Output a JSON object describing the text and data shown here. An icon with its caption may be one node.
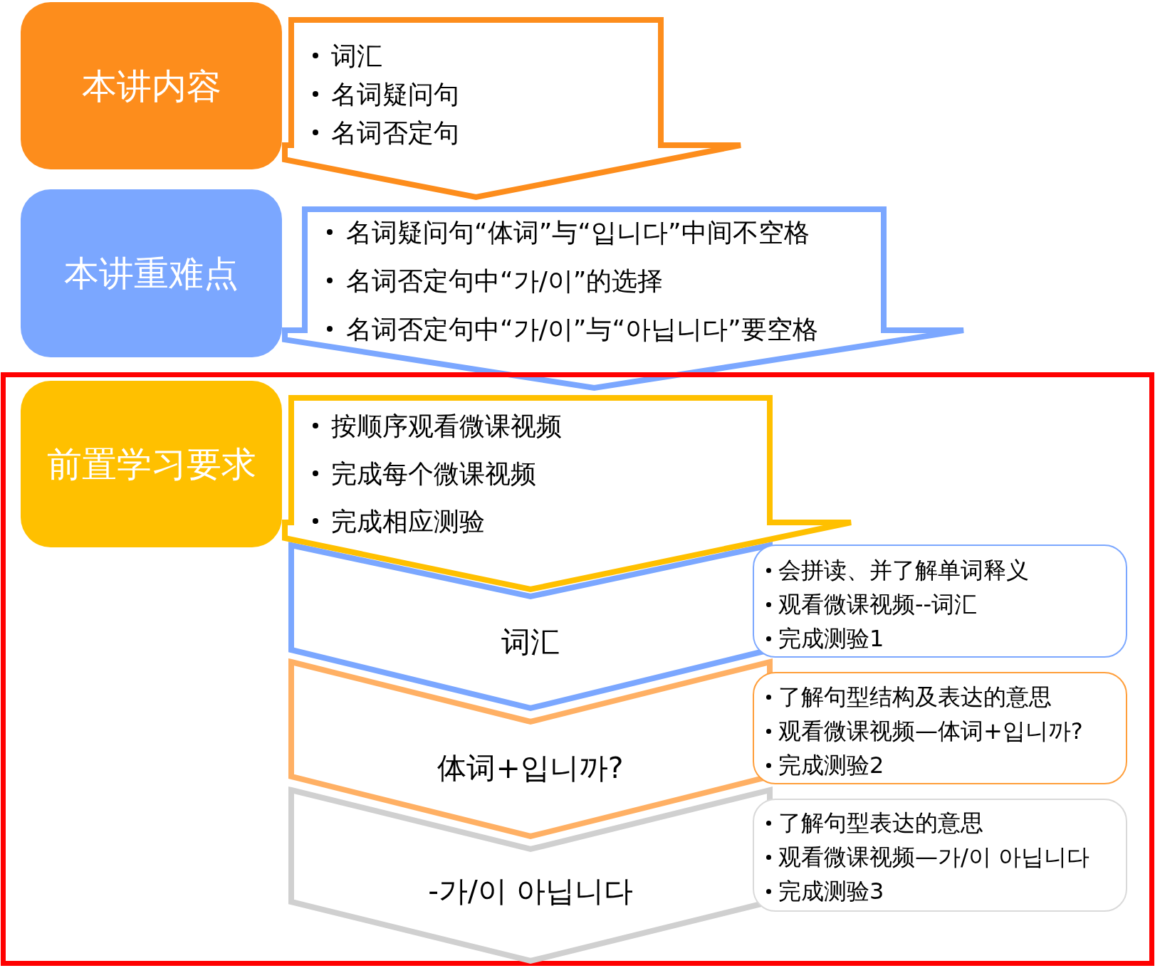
{
  "diagram": {
    "nodes": [
      {
        "text": [
          "本讲内容"
        ]
      },
      {
        "text": [
          "词汇",
          "名词疑问句",
          "名词否定句"
        ]
      },
      {
        "text": [
          "本讲重难点"
        ]
      },
      {
        "text": [
          "名词疑问句“体词”与“입니다”中间不空格",
          "名词否定句中“가/이”的选择",
          "名词否定句中“가/이”与“아닙니다”要空格"
        ]
      },
      {
        "text": [],
        "shape": "box"
      },
      {
        "text": [
          "前置学习要求"
        ],
        "in": 4
      },
      {
        "text": [
          "按顺序观看微课视频",
          "完成每个微课视频",
          "完成相应测验"
        ],
        "in": 4
      },
      {
        "text": [
          "词汇"
        ],
        "in": 4
      },
      {
        "text": [
          "会拼读、并了解单词释义",
          "观看微课视频--词汇",
          "完成测验1"
        ],
        "in": 4
      },
      {
        "text": [
          "体词+입니까?"
        ],
        "in": 4
      },
      {
        "text": [
          "了解句型结构及表达的意思",
          "观看微课视频—体词+입니까?",
          "完成测验2"
        ],
        "in": 4
      },
      {
        "text": [
          "-가/이 아닙니다"
        ],
        "in": 4
      },
      {
        "text": [
          "了解句型表达的意思",
          "观看微课视频—가/이 아닙니다",
          "完成测验3"
        ],
        "in": 4
      }
    ]
  }
}
